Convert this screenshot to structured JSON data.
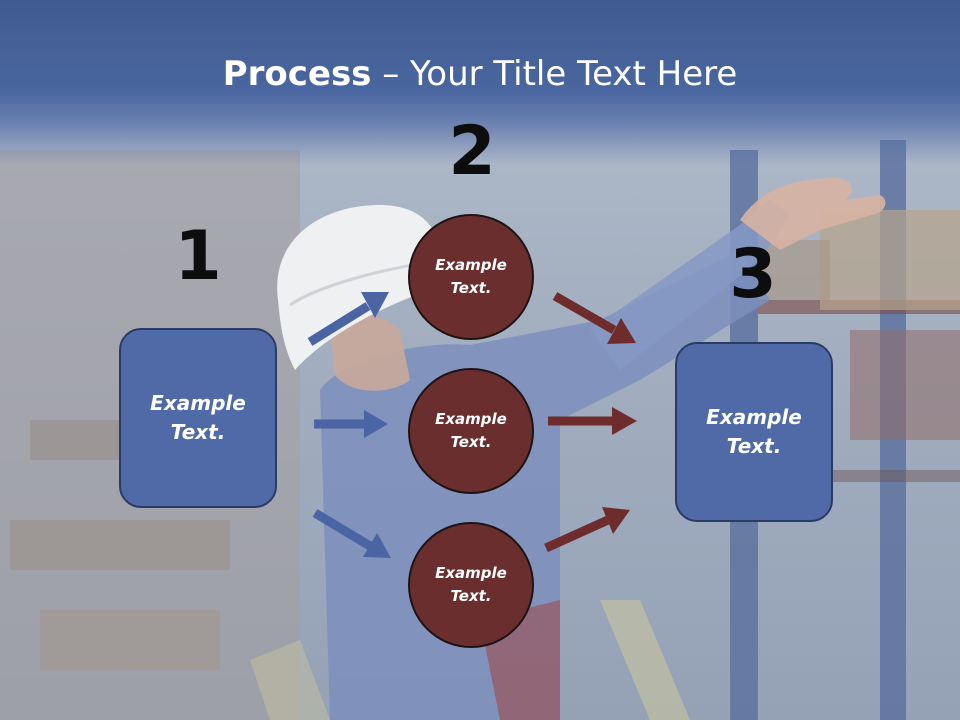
{
  "title": {
    "bold": "Process",
    "rest": " – Your Title Text Here"
  },
  "steps": {
    "one": "1",
    "two": "2",
    "three": "3"
  },
  "left_box": {
    "line1": "Example",
    "line2": "Text."
  },
  "circles": [
    {
      "line1": "Example",
      "line2": "Text."
    },
    {
      "line1": "Example",
      "line2": "Text."
    },
    {
      "line1": "Example",
      "line2": "Text."
    }
  ],
  "right_box": {
    "line1": "Example",
    "line2": "Text."
  },
  "colors": {
    "title_band": "#4a66a0",
    "box_fill": "#4f6aa6",
    "circle_fill": "#6b2e2e",
    "blue_arrow": "#4a64a4",
    "red_arrow": "#6e2c2c"
  },
  "background_icon": "warehouse-worker-photo"
}
